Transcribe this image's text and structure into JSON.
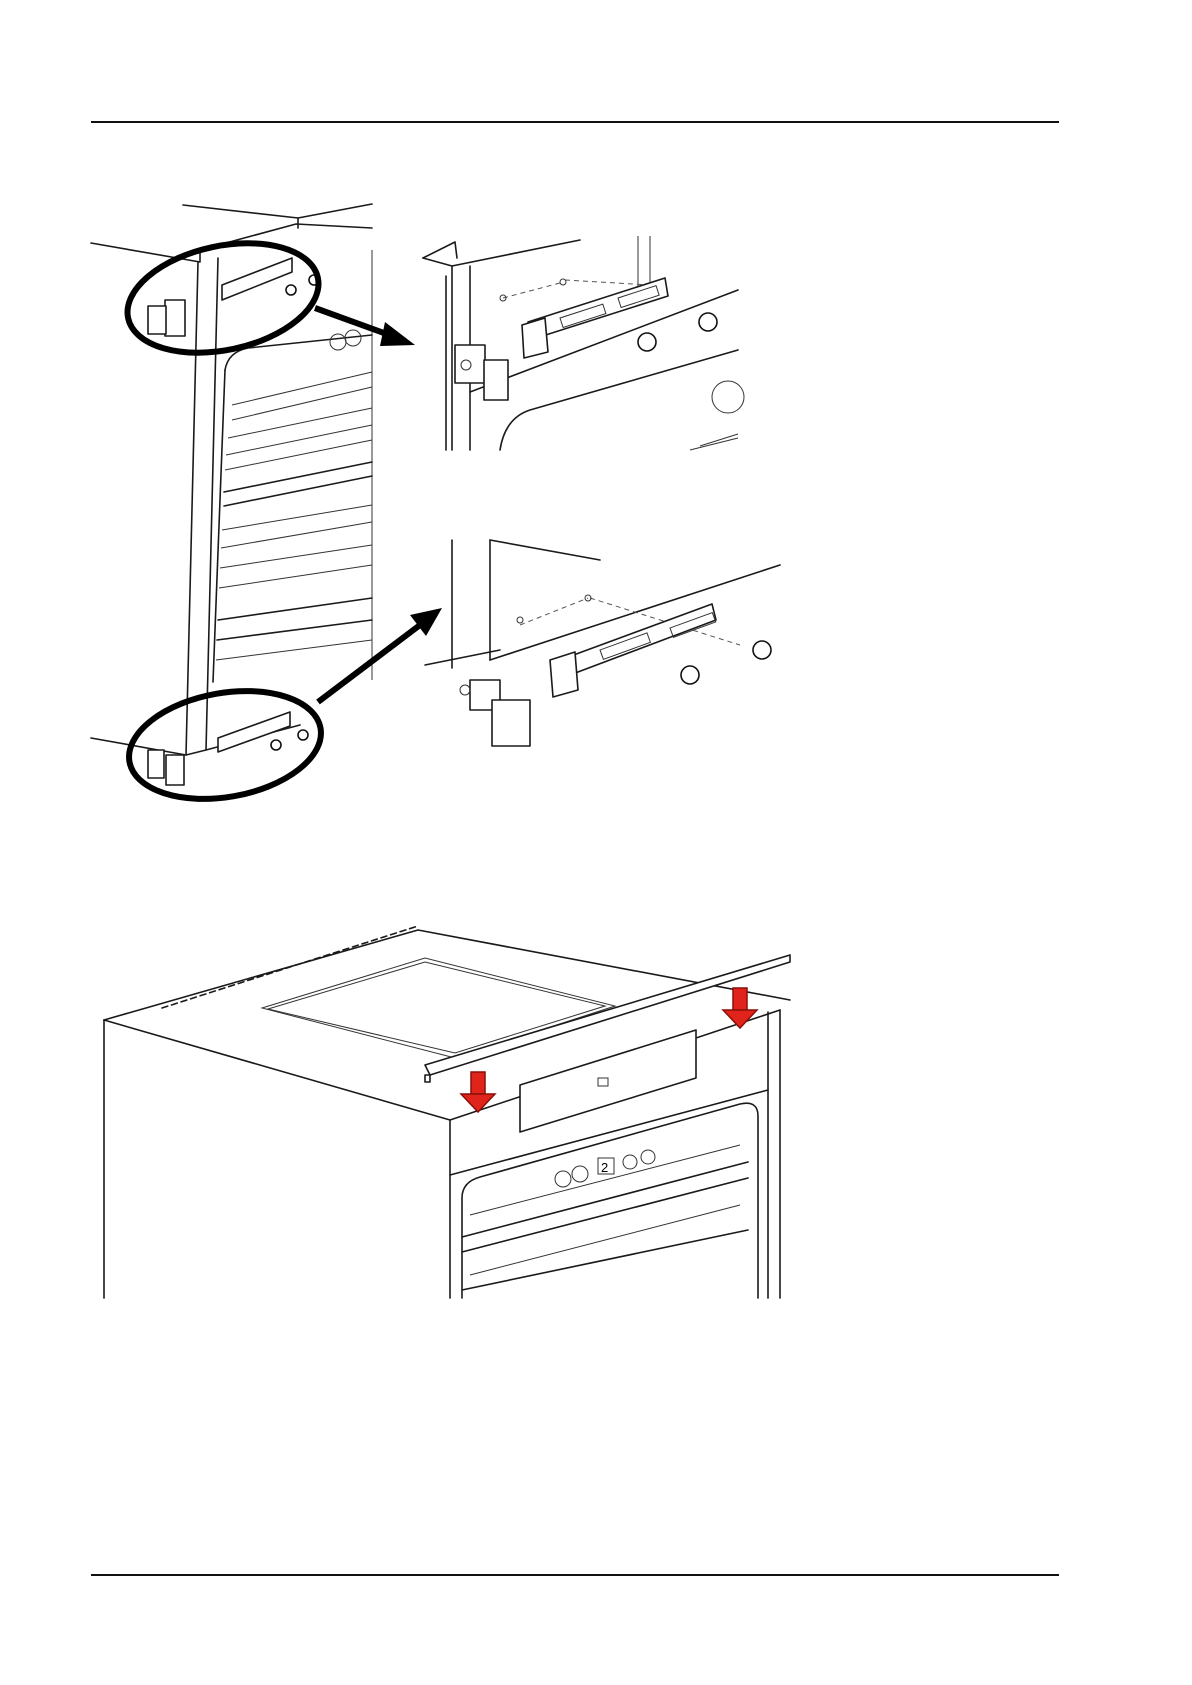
{
  "figures": {
    "bracket_figure": {
      "icons": [
        "callout-ellipse",
        "callout-arrow",
        "screw",
        "bracket"
      ]
    },
    "top_trim_figure": {
      "icons": [
        "red-down-arrow",
        "red-down-arrow"
      ],
      "display_digit": "2"
    }
  },
  "colors": {
    "line": "#1a1a1a",
    "arrow_red": "#e0241b",
    "callout": "#000000"
  }
}
